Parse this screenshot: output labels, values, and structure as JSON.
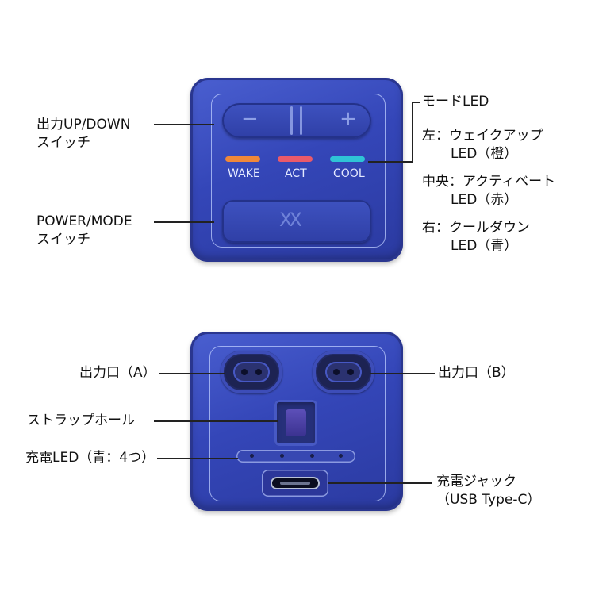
{
  "top_device": {
    "minus_symbol": "−",
    "plus_symbol": "+",
    "led_labels": [
      "WAKE",
      "ACT",
      "COOL"
    ],
    "led_colors": [
      "#f0883a",
      "#ea5a6a",
      "#2fc4d6"
    ],
    "power_icon_text": "XX"
  },
  "labels": {
    "output_updown": {
      "line1": "出力UP/DOWN",
      "line2": "スイッチ"
    },
    "power_mode": {
      "line1": "POWER/MODE",
      "line2": "スイッチ"
    },
    "mode_led": "モードLED",
    "left_led": {
      "line1": "左：ウェイクアップ",
      "line2": "LED（橙）"
    },
    "center_led": {
      "line1": "中央：アクティベート",
      "line2": "LED（赤）"
    },
    "right_led": {
      "line1": "右：クールダウン",
      "line2": "LED（青）"
    },
    "output_a": "出力口（A）",
    "output_b": "出力口（B）",
    "strap_hole": "ストラップホール",
    "charge_led": "充電LED（青：4つ）",
    "charge_jack": {
      "line1": "充電ジャック",
      "line2": "（USB Type-C）"
    }
  },
  "colors": {
    "device_blue": "#3446b8"
  }
}
